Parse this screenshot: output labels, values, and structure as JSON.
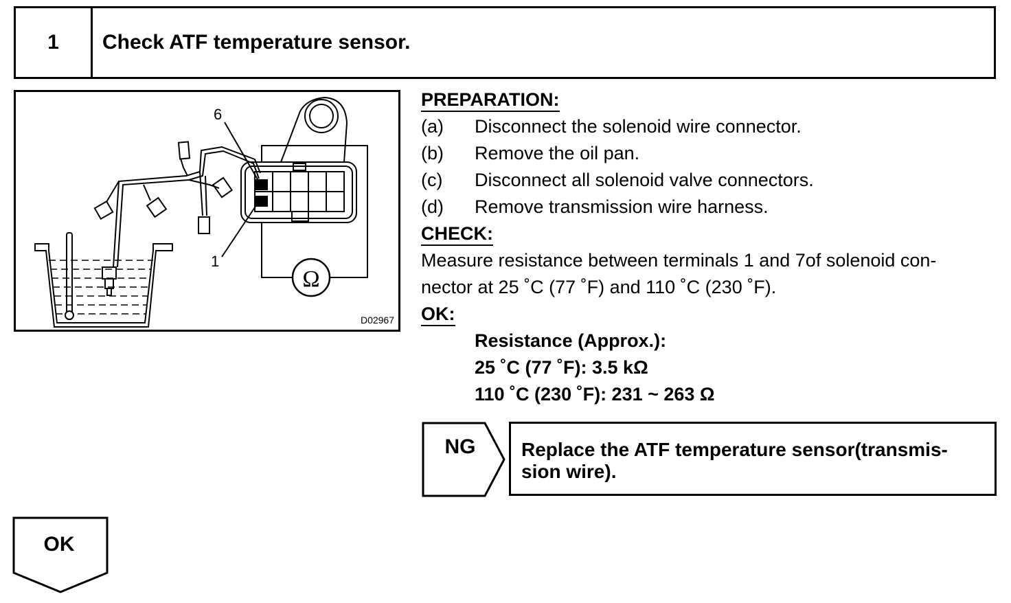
{
  "step": {
    "number": "1",
    "title": "Check ATF temperature sensor."
  },
  "figure": {
    "id": "D02967",
    "callouts": [
      "6",
      "1"
    ],
    "meter_symbol": "Ω",
    "icons": [
      "ohmmeter-icon",
      "oil-bath-icon",
      "connector-icon",
      "thermometer-icon"
    ]
  },
  "preparation": {
    "heading": "PREPARATION:",
    "items": [
      {
        "label": "(a)",
        "text": "Disconnect the solenoid wire connector."
      },
      {
        "label": "(b)",
        "text": "Remove the oil pan."
      },
      {
        "label": "(c)",
        "text": "Disconnect all solenoid valve connectors."
      },
      {
        "label": "(d)",
        "text": "Remove transmission wire harness."
      }
    ]
  },
  "check": {
    "heading": "CHECK:",
    "lines": [
      "Measure resistance between terminals 1 and 7of solenoid con-",
      "nector at 25 ˚C (77 ˚F) and 110 ˚C (230 ˚F)."
    ]
  },
  "ok": {
    "heading": "OK:",
    "lines": [
      "Resistance (Approx.):",
      "25 ˚C (77 ˚F): 3.5 kΩ",
      "110 ˚C (230 ˚F): 231 ~ 263 Ω"
    ]
  },
  "ng_branch": {
    "label": "NG",
    "action_lines": [
      "Replace the ATF temperature sensor(transmis-",
      "sion wire)."
    ]
  },
  "ok_branch": {
    "label": "OK"
  }
}
